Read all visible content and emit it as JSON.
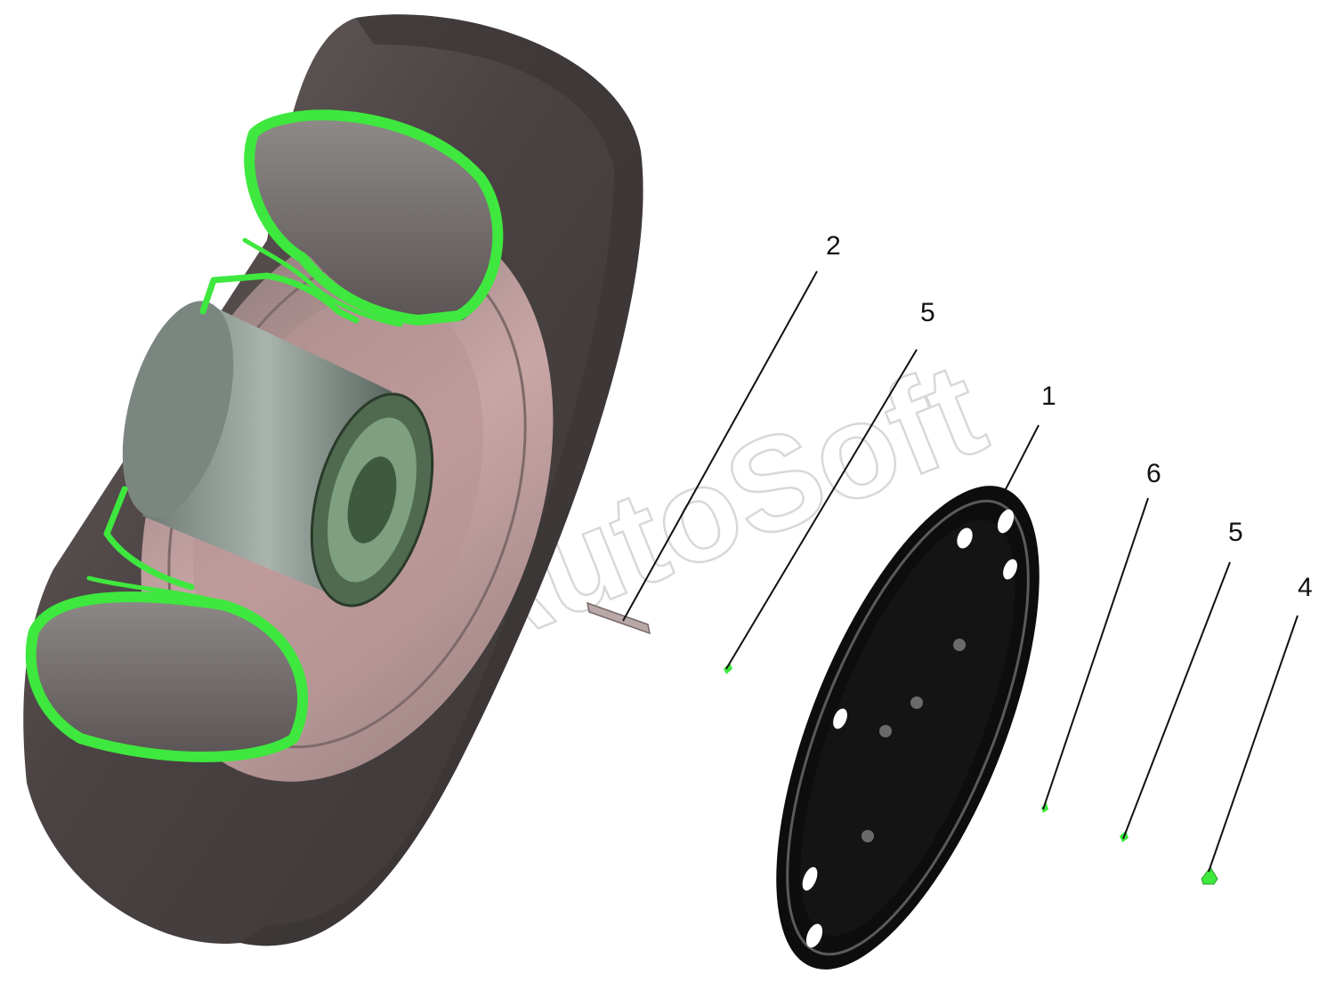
{
  "diagram": {
    "watermark": "AutoSoft",
    "callouts": [
      {
        "id": "2",
        "label": "2"
      },
      {
        "id": "5a",
        "label": "5"
      },
      {
        "id": "1",
        "label": "1"
      },
      {
        "id": "6",
        "label": "6"
      },
      {
        "id": "5b",
        "label": "5"
      },
      {
        "id": "4",
        "label": "4"
      }
    ],
    "colors": {
      "highlight": "#3ee83e",
      "tire_dark": "#4a4444",
      "rim": "#b89a9a",
      "disc": "#0d0d0d",
      "line": "#111111"
    }
  }
}
